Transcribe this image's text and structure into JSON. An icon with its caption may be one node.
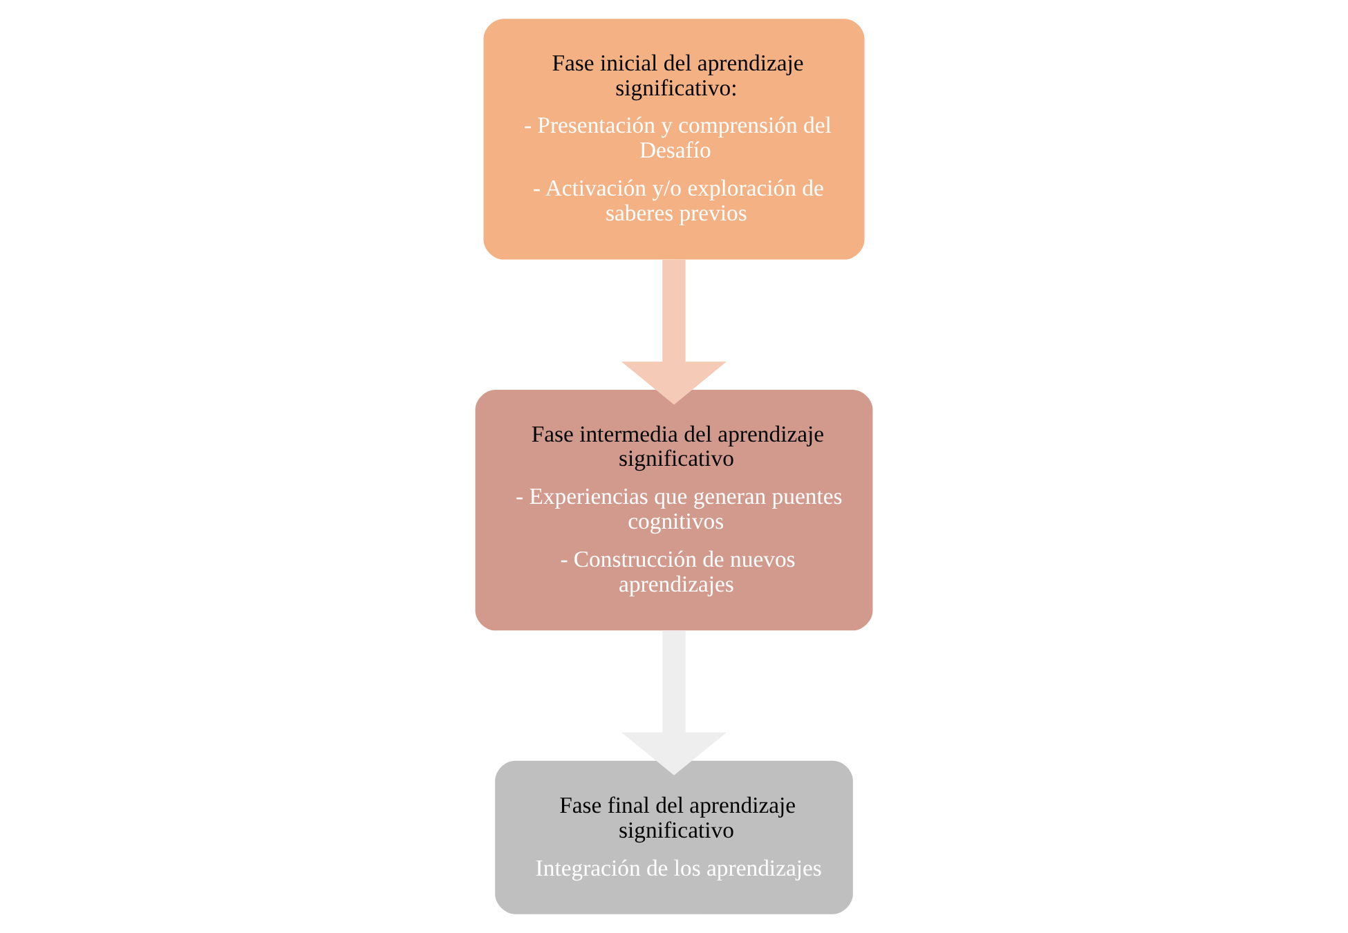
{
  "diagram": {
    "nodes": [
      {
        "text": [
          "Fase inicial del aprendizaje significativo:",
          "- Presentación y comprensión del Desafío",
          "- Activación y/o exploración de saberes previos"
        ]
      },
      {
        "text": [
          "Fase intermedia del aprendizaje significativo",
          "- Experiencias que generan puentes cognitivos",
          "- Construcción de nuevos aprendizajes"
        ]
      },
      {
        "text": [
          "Fase final del aprendizaje significativo",
          "Integración de los aprendizajes"
        ]
      }
    ],
    "edges": [
      {
        "from": 0,
        "to": 1,
        "arrow": "to",
        "color": "#f5cbb8"
      },
      {
        "from": 1,
        "to": 2,
        "arrow": "to",
        "color": "#eeeeee"
      }
    ]
  }
}
